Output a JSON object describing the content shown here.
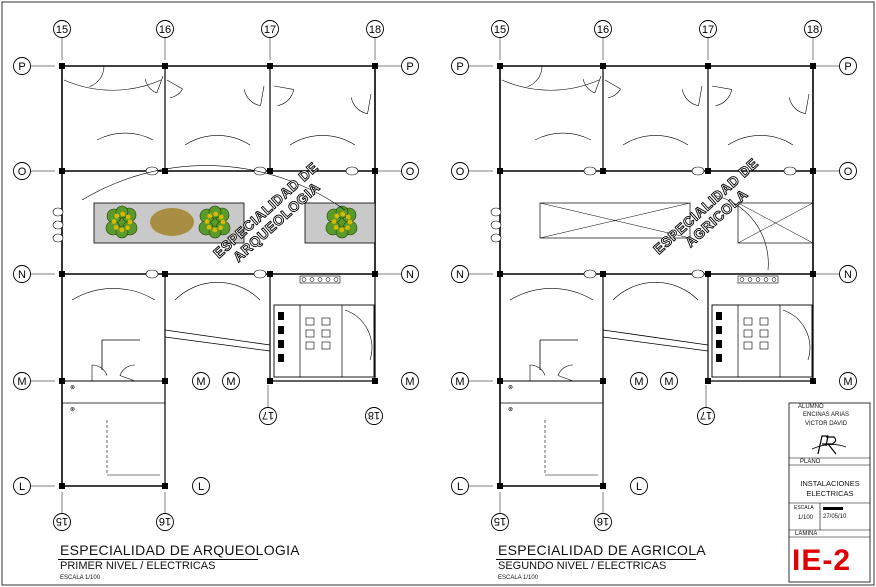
{
  "plans": [
    {
      "title": "ESPECIALIDAD DE ARQUEOLOGIA",
      "subtitle": "PRIMER NIVEL / ELECTRICAS",
      "scale": "ESCALA 1/100",
      "stamp_line1": "ESPECIALIDAD DE",
      "stamp_line2": "ARQUEOLOGIA"
    },
    {
      "title": "ESPECIALIDAD DE AGRICOLA",
      "subtitle": "SEGUNDO NIVEL / ELECTRICAS",
      "scale": "ESCALA 1/100",
      "stamp_line1": "ESPECIALIDAD DE",
      "stamp_line2": "AGRICOLA"
    }
  ],
  "grid": {
    "columns": [
      "15",
      "16",
      "17",
      "18"
    ],
    "rows": [
      "P",
      "O",
      "N",
      "M",
      "L"
    ],
    "bottom_columns": [
      "15",
      "16"
    ],
    "lower_columns": [
      "17",
      "18"
    ]
  },
  "title_block": {
    "alumno_label": "ALUMNO",
    "alumno_line1": "ENCINAS ARIAS",
    "alumno_line2": "VICTOR DAVID",
    "plano_label": "PLANO",
    "plano_line1": "INSTALACIONES",
    "plano_line2": "ELECTRICAS",
    "escala_label": "ESCALA",
    "escala_value": "1/100",
    "fecha_value": "27/05/10",
    "lamina_label": "LAMINA",
    "sheet_number": "IE-2"
  },
  "colors": {
    "line": "#000000",
    "sheet_number": "#e00000",
    "tree_green": "#5a9a2a",
    "tree_yellow": "#d8b800",
    "planter_fill": "#c9c9c9"
  }
}
